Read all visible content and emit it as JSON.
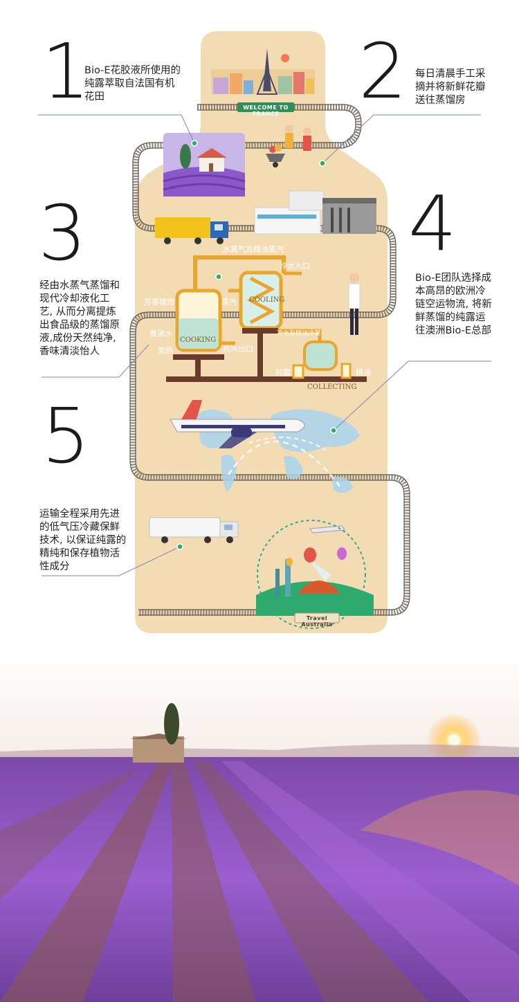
{
  "steps": [
    {
      "number": "1",
      "text": "Bio-E花胶液所使用的纯露萃取自法国有机花田"
    },
    {
      "number": "2",
      "text": "每日清晨手工采摘并将新鲜花瓣送往蒸馏房"
    },
    {
      "number": "3",
      "text": "经由水蒸气蒸馏和现代冷却液化工艺, 从而分离提炼出食品级的蒸馏原液,成份天然纯净, 香味清淡怡人"
    },
    {
      "number": "4",
      "text": "Bio-E团队选择成本高昂的欧洲冷链空运物流, 将新鲜蒸馏的纯露运往澳洲Bio-E总部"
    },
    {
      "number": "5",
      "text": "运输全程采用先进的低气压冷藏保鲜技术, 以保证纯露的精纯和保存植物活性成分"
    }
  ],
  "signs": {
    "france": "WELCOME TO FRANCE",
    "australia": "Travel Australia"
  },
  "distillery_labels": {
    "steam_oil": "水蒸气及精油蒸汽",
    "cold_water_in": "冷水入口",
    "aromatic_plants": "芳香植物",
    "steam": "蒸汽",
    "boiling_water": "煮沸水",
    "heating": "加热",
    "hot_water_out": "热水出口",
    "condensed": "冷水及精油冷凝",
    "hydrosol": "纯露",
    "essential_oil": "精油",
    "cooking": "COOKING",
    "cooling": "COOLING",
    "collecting": "COLLECTING"
  },
  "colors": {
    "bottle": "#f3dcb4",
    "track": "#8a8274",
    "pipe": "#e9a62b",
    "lavender": "#8a58c8",
    "dot": "#2eaa6e"
  }
}
